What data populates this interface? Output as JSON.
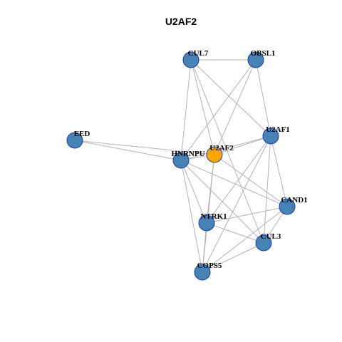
{
  "figure": {
    "title": "U2AF2"
  },
  "colors": {
    "node_fill": "#4682b4",
    "node_border": "#1c3fb0",
    "focus_fill": "#ffa500",
    "edge": "#b3b3b3",
    "background": "#ffffff"
  },
  "nodes": [
    {
      "id": "CUL7",
      "label": "CUL7",
      "focus": false
    },
    {
      "id": "OBSL1",
      "label": "OBSL1",
      "focus": false
    },
    {
      "id": "EED",
      "label": "EED",
      "focus": false
    },
    {
      "id": "U2AF1",
      "label": "U2AF1",
      "focus": false
    },
    {
      "id": "HNRNPU",
      "label": "HNRNPU",
      "focus": false
    },
    {
      "id": "U2AF2",
      "label": "U2AF2",
      "focus": true
    },
    {
      "id": "CAND1",
      "label": "CAND1",
      "focus": false
    },
    {
      "id": "NTRK1",
      "label": "NTRK1",
      "focus": false
    },
    {
      "id": "CUL3",
      "label": "CUL3",
      "focus": false
    },
    {
      "id": "COPS5",
      "label": "COPS5",
      "focus": false
    }
  ],
  "edges": [
    [
      "CUL7",
      "OBSL1"
    ],
    [
      "CUL7",
      "HNRNPU"
    ],
    [
      "CUL7",
      "U2AF2"
    ],
    [
      "CUL7",
      "U2AF1"
    ],
    [
      "CUL7",
      "CUL3"
    ],
    [
      "OBSL1",
      "HNRNPU"
    ],
    [
      "OBSL1",
      "U2AF2"
    ],
    [
      "OBSL1",
      "U2AF1"
    ],
    [
      "EED",
      "HNRNPU"
    ],
    [
      "EED",
      "U2AF2"
    ],
    [
      "U2AF1",
      "HNRNPU"
    ],
    [
      "U2AF1",
      "U2AF2"
    ],
    [
      "U2AF1",
      "NTRK1"
    ],
    [
      "U2AF1",
      "CAND1"
    ],
    [
      "U2AF1",
      "CUL3"
    ],
    [
      "U2AF1",
      "COPS5"
    ],
    [
      "HNRNPU",
      "U2AF2"
    ],
    [
      "HNRNPU",
      "CAND1"
    ],
    [
      "HNRNPU",
      "NTRK1"
    ],
    [
      "HNRNPU",
      "CUL3"
    ],
    [
      "HNRNPU",
      "COPS5"
    ],
    [
      "U2AF2",
      "NTRK1"
    ],
    [
      "U2AF2",
      "CAND1"
    ],
    [
      "U2AF2",
      "COPS5"
    ],
    [
      "CAND1",
      "NTRK1"
    ],
    [
      "CAND1",
      "CUL3"
    ],
    [
      "CAND1",
      "COPS5"
    ],
    [
      "NTRK1",
      "CUL3"
    ],
    [
      "NTRK1",
      "COPS5"
    ],
    [
      "CUL3",
      "COPS5"
    ]
  ]
}
